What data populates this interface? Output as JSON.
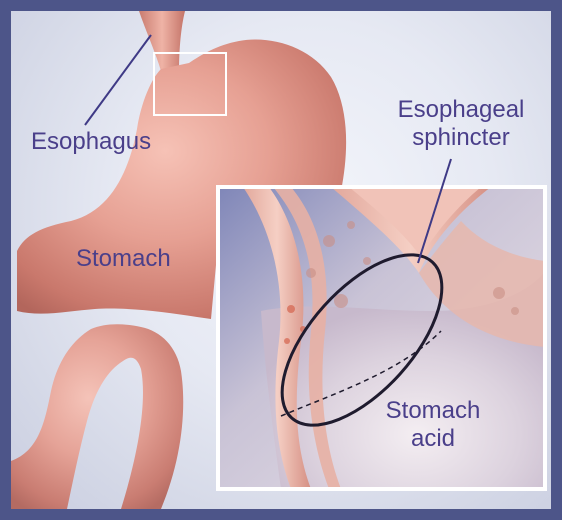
{
  "labels": {
    "esophagus": "Esophagus",
    "stomach": "Stomach",
    "sphincter_line1": "Esophageal",
    "sphincter_line2": "sphincter",
    "acid_line1": "Stomach",
    "acid_line2": "acid"
  },
  "colors": {
    "frame": "#4d5589",
    "label_text": "#4a3f8a",
    "stomach": "#e39a8c",
    "inset_border": "#ffffff"
  }
}
